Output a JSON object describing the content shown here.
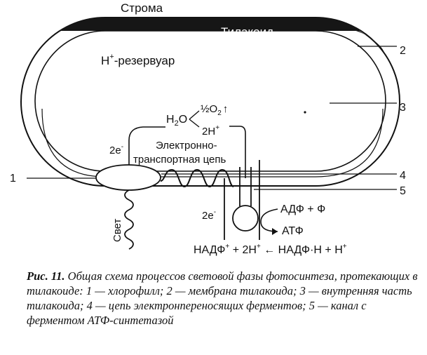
{
  "labels": {
    "stroma": "Строма",
    "thylakoid": "Тилакоид",
    "h_reservoir_base": "H",
    "h_reservoir_sup": "+",
    "h_reservoir_rest": "-резервуар",
    "water_h": "H",
    "water_sub": "2",
    "water_o": "O",
    "oxygen_half": "½O",
    "oxygen_sub": "2",
    "oxygen_arrow": "↑",
    "electrons_2e_top": "2e",
    "electrons_2e_top_sup": "-",
    "protons_2h": "2H",
    "protons_2h_sup": "+",
    "etc_line1": "Электронно-",
    "etc_line2": "транспортная цепь",
    "light": "Свет",
    "electrons_2e_bottom": "2e",
    "electrons_2e_bottom_sup": "-",
    "adp_p": "АДФ + Ф",
    "atp": "АТФ",
    "nadp_eq_a": "НАДФ",
    "nadp_eq_a_sup": "+",
    "nadp_eq_b": " + 2H",
    "nadp_eq_b_sup": "+",
    "nadp_eq_c": " ←  НАДФ·Н + Н",
    "nadp_eq_c_sup": "+"
  },
  "callouts": [
    "1",
    "2",
    "3",
    "4",
    "5"
  ],
  "caption": {
    "lead": "Рис. 11.",
    "text": " Общая схема процессов световой фазы фотосинтеза, протекающих в тилакоиде: 1 — хлорофилл; 2 — мембрана тилакоида; 3 — внутренняя часть тилакоида; 4 — цепь электронпереносящих ферментов; 5 — канал с ферментом АТФ-синтетазой"
  },
  "colors": {
    "ink": "#111111",
    "membrane_dark": "#161616"
  }
}
